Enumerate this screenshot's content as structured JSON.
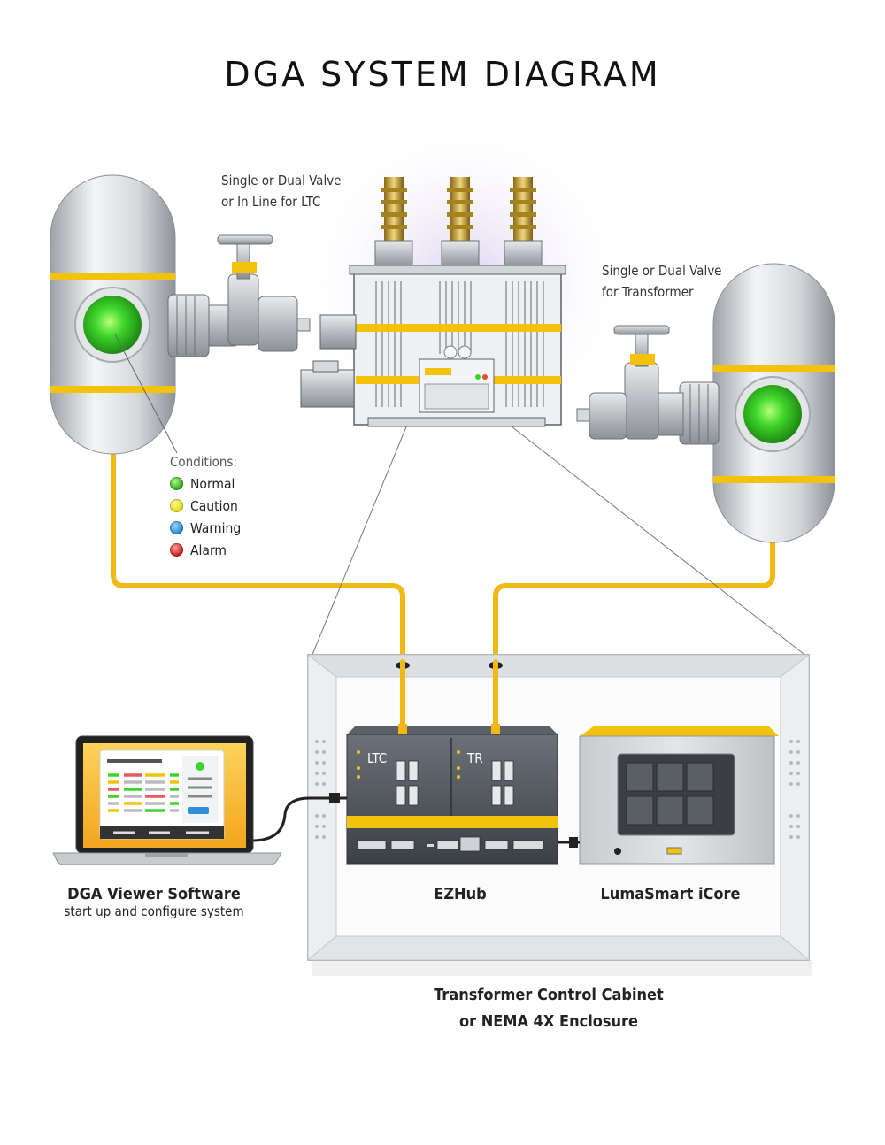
{
  "title": "DGA SYSTEM DIAGRAM",
  "notes": {
    "ltc_valve": [
      "Single or Dual Valve",
      "or In Line for LTC"
    ],
    "tr_valve": [
      "Single or Dual Valve",
      "for Transformer"
    ]
  },
  "legend": {
    "title": "Conditions:",
    "items": [
      {
        "label": "Normal",
        "color": "#3bb321"
      },
      {
        "label": "Caution",
        "color": "#e6e21a"
      },
      {
        "label": "Warning",
        "color": "#2f8fd8"
      },
      {
        "label": "Alarm",
        "color": "#d6231f"
      }
    ]
  },
  "ezhub": {
    "name": "EZHub",
    "panel_left": "LTC",
    "panel_right": "TR"
  },
  "icore": {
    "name": "LumaSmart iCore"
  },
  "laptop": {
    "name": "DGA Viewer Software",
    "description": "start up and configure system"
  },
  "cabinet": {
    "line1": "Transformer Control Cabinet",
    "line2": "or NEMA 4X Enclosure"
  },
  "colors": {
    "cable": "#f2b814",
    "accent_yellow": "#f2c20c",
    "status_green": "#3bd62b",
    "device_dark": "#4a4f55"
  }
}
